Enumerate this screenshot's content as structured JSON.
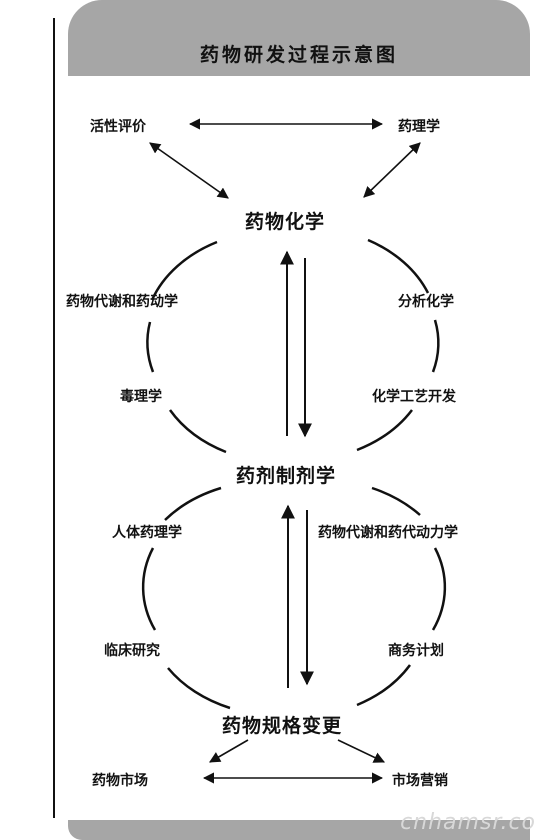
{
  "title": "药物研发过程示意图",
  "nodes": {
    "activity_evaluation": "活性评价",
    "pharmacology": "药理学",
    "medicinal_chemistry": "药物化学",
    "metabolism_pharmacokinetics": "药物代谢和药动学",
    "analytical_chemistry": "分析化学",
    "toxicology": "毒理学",
    "process_development": "化学工艺开发",
    "pharmaceutics": "药剂制剂学",
    "human_pharmacology": "人体药理学",
    "metabolism_pharmacokinetics_2": "药物代谢和药代动力学",
    "clinical_research": "临床研究",
    "business_planning": "商务计划",
    "specification_change": "药物规格变更",
    "drug_market": "药物市场",
    "marketing": "市场营销"
  },
  "watermark": "cnhamsr.co",
  "colors": {
    "header": "#a6a6a6",
    "ink": "#111111"
  }
}
